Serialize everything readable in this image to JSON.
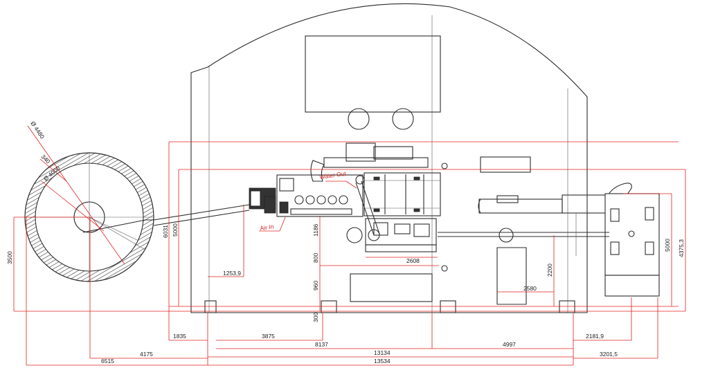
{
  "labels": {
    "water_out": "Water Out",
    "air_in": "Air In"
  },
  "diameters": {
    "outer": "Ø 4480",
    "inner": "Ø 4000",
    "wall": "340"
  },
  "dimensions": {
    "d_6031": "6031",
    "d_5000_left": "5000",
    "d_1253_9": "1253,9",
    "d_3500": "3500",
    "d_1186": "1186",
    "d_800": "800",
    "d_960": "960",
    "d_300": "300",
    "d_2608": "2608",
    "d_2200": "2200",
    "d_2580": "2580",
    "d_5000_right": "5000",
    "d_4375_3": "4375,3",
    "d_1835": "1835",
    "d_3875": "3875",
    "d_8137": "8137",
    "d_4997": "4997",
    "d_2181_9": "2181,9",
    "d_4175": "4175",
    "d_13134": "13134",
    "d_6515": "6515",
    "d_13534": "13534",
    "d_3201_5": "3201,5"
  },
  "colors": {
    "dimension_lines": "#e0201e",
    "outline": "#2b2b2b"
  }
}
